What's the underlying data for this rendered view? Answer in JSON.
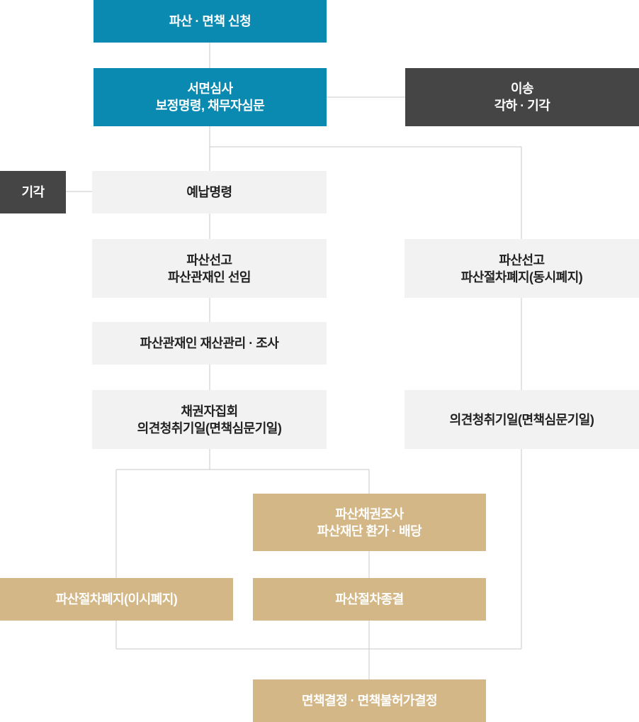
{
  "diagram": {
    "colors": {
      "primary_blue": "#0a8ab1",
      "dark_gray": "#454545",
      "light_gray": "#f2f2f2",
      "gold": "#d4b786",
      "connector": "#c8c8c8"
    },
    "nodes": {
      "application": "파산 · 면책 신청",
      "review": "서면심사\n보정명령, 채무자심문",
      "transfer_dismiss": "이송\n각하 · 기각",
      "reject": "기각",
      "payment_order": "예납명령",
      "bankruptcy_declaration": "파산선고\n파산관재인 선임",
      "trustee_management": "파산관재인 재산관리 · 조사",
      "creditors_meeting": "채권자집회\n의견청취기일(면책심문기일)",
      "simultaneous_abolition": "파산선고\n파산절차폐지(동시폐지)",
      "opinion_hearing": "의견청취기일(면책심문기일)",
      "claim_investigation": "파산채권조사\n파산재단 환가 · 배당",
      "abolition_after": "파산절차폐지(이시폐지)",
      "termination": "파산절차종결",
      "discharge_decision": "면책결정 · 면책불허가결정"
    }
  }
}
